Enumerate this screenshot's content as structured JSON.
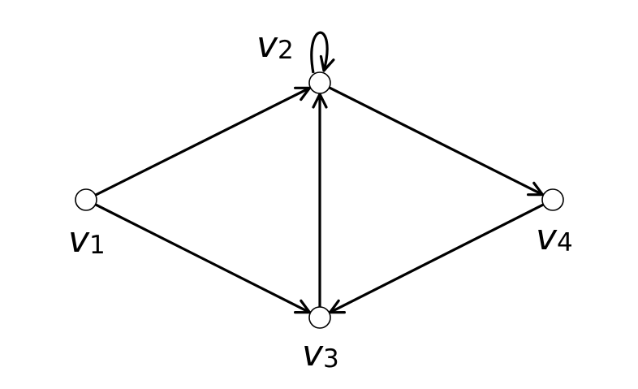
{
  "graph": {
    "nodes": [
      {
        "id": "v1",
        "label_base": "v",
        "label_sub": "1"
      },
      {
        "id": "v2",
        "label_base": "v",
        "label_sub": "2"
      },
      {
        "id": "v3",
        "label_base": "v",
        "label_sub": "3"
      },
      {
        "id": "v4",
        "label_base": "v",
        "label_sub": "4"
      }
    ],
    "edges": [
      {
        "from": "v1",
        "to": "v2"
      },
      {
        "from": "v1",
        "to": "v3"
      },
      {
        "from": "v3",
        "to": "v2"
      },
      {
        "from": "v2",
        "to": "v4"
      },
      {
        "from": "v4",
        "to": "v3"
      },
      {
        "from": "v2",
        "to": "v2"
      }
    ],
    "colors": {
      "stroke": "#000000",
      "node_fill": "#ffffff",
      "background": "#ffffff"
    }
  }
}
